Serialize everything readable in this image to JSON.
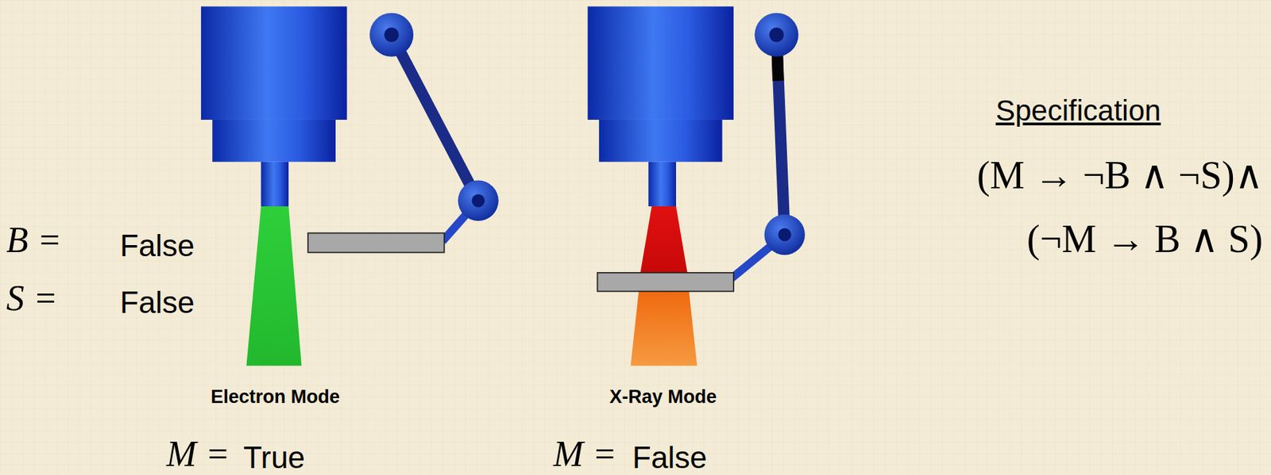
{
  "diagram": {
    "labels": [
      "B =",
      "False",
      "S =",
      "False",
      "Electron Mode",
      "M =",
      "True",
      "X-Ray Mode",
      "M =",
      "False",
      "Specification",
      "(M → ¬B ∧ ¬S)∧",
      "(¬M → B ∧ S)"
    ]
  }
}
